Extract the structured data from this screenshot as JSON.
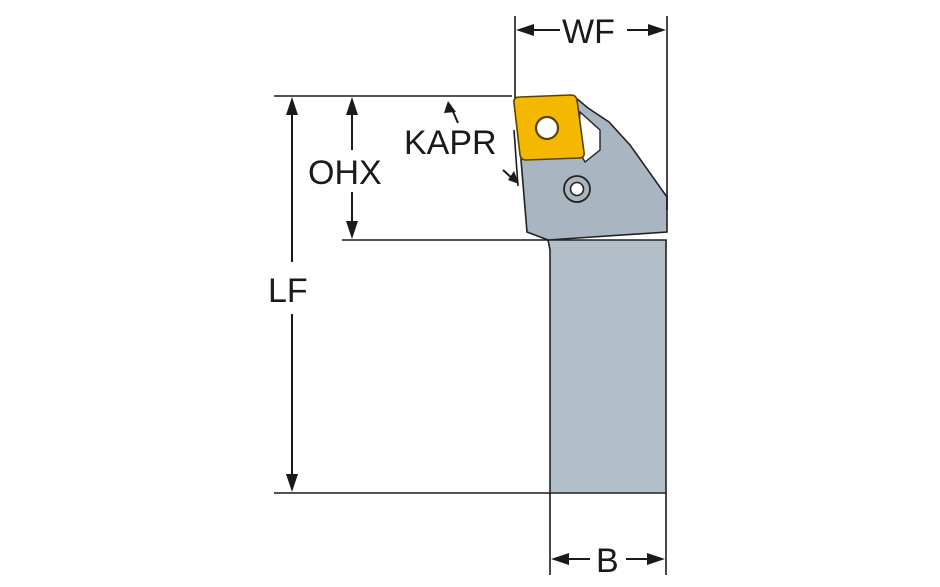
{
  "labels": {
    "wf": "WF",
    "kapr": "KAPR",
    "ohx": "OHX",
    "lf": "LF",
    "b": "B"
  },
  "colors": {
    "holder_body": "#b2bec8",
    "holder_head": "#a9b6c1",
    "holder_outline": "#222222",
    "insert": "#f5b800",
    "insert_outline": "#5a4300",
    "hole": "#ffffff",
    "dimension": "#1a1a1a"
  },
  "icons": {
    "insert": "rhombic-insert-icon",
    "screw": "clamp-screw-icon"
  }
}
